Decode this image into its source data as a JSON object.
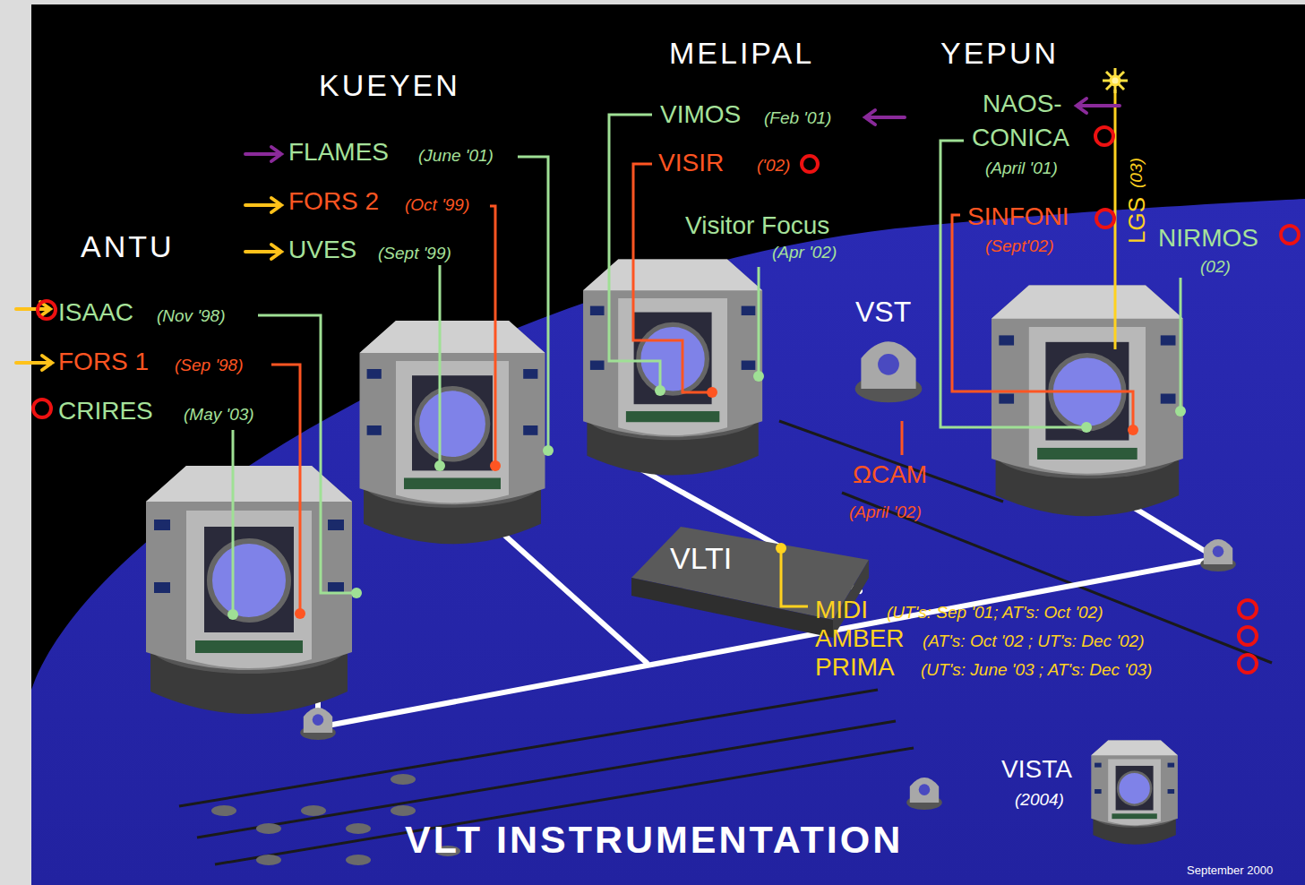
{
  "diagram": {
    "title": "VLT INSTRUMENTATION",
    "nodes": [
      {
        "text": [
          "VLTI"
        ]
      }
    ],
    "labels": [
      "KUEYEN",
      "MELIPAL",
      "YEPUN",
      "ANTU",
      "FLAMES",
      "(June '01)",
      "FORS 2",
      "(Oct '99)",
      "UVES",
      "(Sept '99)",
      "ISAAC",
      "(Nov '98)",
      "FORS 1",
      "(Sep '98)",
      "CRIRES",
      "(May '03)",
      "VIMOS",
      "(Feb '01)",
      "VISIR",
      "('02)",
      "Visitor Focus",
      "(Apr '02)",
      "VST",
      "ΩCAM",
      "(April '02)",
      "NAOS-",
      "CONICA",
      "(April '01)",
      "LGS",
      "(03)",
      "SINFONI",
      "(Sept'02)",
      "NIRMOS",
      "(02)",
      "MIDI",
      "(UT's: Sep '01; AT's: Oct '02)",
      "AMBER",
      "(AT's: Oct '02 ; UT's: Dec '02)",
      "PRIMA",
      "(UT's: June '03 ; AT's: Dec '03)",
      "VISTA",
      "(2004)",
      "September 2000"
    ]
  }
}
